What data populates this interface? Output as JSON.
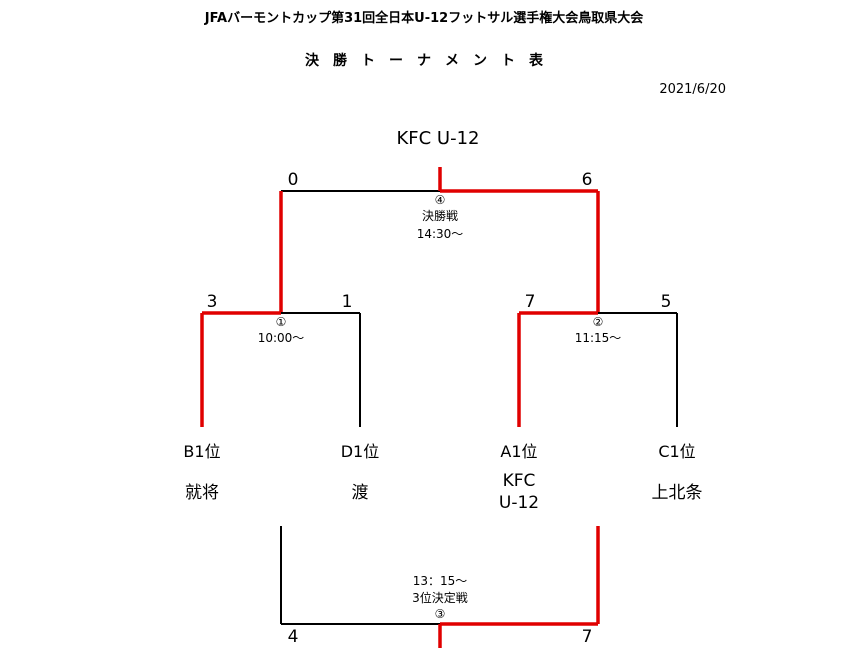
{
  "title": "JFAバーモントカップ第31回全日本U-12フットサル選手権大会鳥取県大会",
  "subtitle": "決勝トーナメント表",
  "date": "2021/6/20",
  "champion": "KFC U-12",
  "final": {
    "score_left": "0",
    "score_right": "6",
    "number": "④",
    "label": "決勝戦",
    "time": "14:30〜"
  },
  "semi1": {
    "score_left": "3",
    "score_right": "1",
    "number": "①",
    "time": "10:00〜"
  },
  "semi2": {
    "score_left": "7",
    "score_right": "5",
    "number": "②",
    "time": "11:15〜"
  },
  "teams": [
    {
      "seed": "B1位",
      "name": "就将"
    },
    {
      "seed": "D1位",
      "name": "渡"
    },
    {
      "seed": "A1位",
      "name_line1": "KFC",
      "name_line2": "U-12"
    },
    {
      "seed": "C1位",
      "name": "上北条"
    }
  ],
  "third_place": {
    "time": "13：15〜",
    "label": "3位決定戦",
    "number": "③",
    "score_left": "4",
    "score_right": "7"
  },
  "colors": {
    "winner_line": "#e00000",
    "line": "#000000"
  }
}
